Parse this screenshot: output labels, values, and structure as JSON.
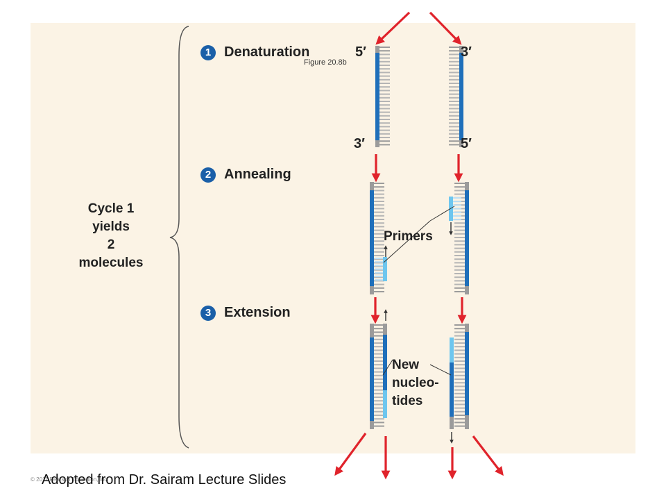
{
  "steps": [
    {
      "num": "1",
      "label": "Denaturation"
    },
    {
      "num": "2",
      "label": "Annealing"
    },
    {
      "num": "3",
      "label": "Extension"
    }
  ],
  "figure_ref": "Figure 20.8b",
  "strand_end_labels": {
    "left_top": "5′",
    "right_top": "3′",
    "left_bottom": "3′",
    "right_bottom": "5′"
  },
  "cycle_summary": [
    "Cycle 1",
    "yields",
    "2",
    "molecules"
  ],
  "annotations": {
    "primers": "Primers",
    "new_nucleotides": [
      "New",
      "nucleo-",
      "tides"
    ]
  },
  "footer": "Adopted from Dr. Sairam Lecture Slides",
  "copyright": "© 2011 Pearson Education, Inc.",
  "colors": {
    "background_panel": "#fbf3e5",
    "strand_dark": "#1f6fba",
    "strand_light": "#6ec6ee",
    "base_gray": "#9b9b9b",
    "arrow_red": "#e0232b",
    "step_badge": "#1a5fa8"
  }
}
